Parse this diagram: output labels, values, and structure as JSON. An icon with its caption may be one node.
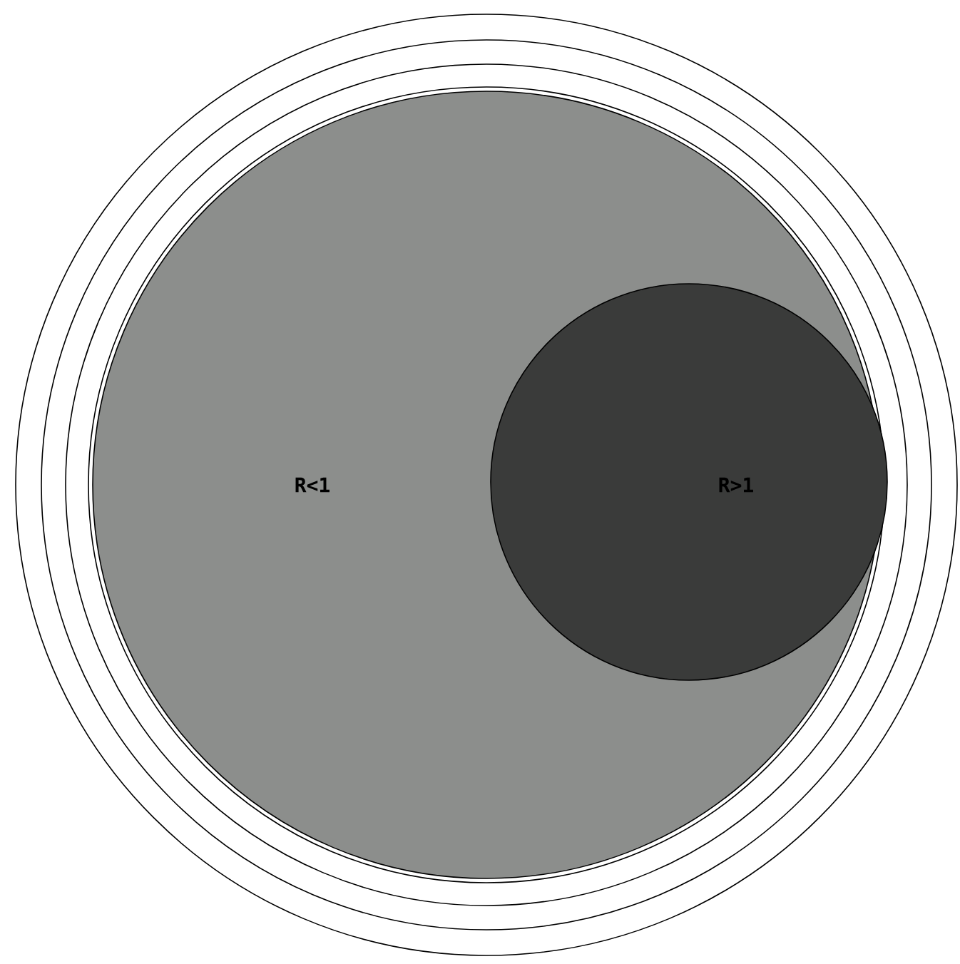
{
  "diagram": {
    "nodes": [
      {
        "text": [
          "R<1"
        ]
      },
      {
        "text": [
          "R>1"
        ],
        "in": 0
      }
    ]
  }
}
